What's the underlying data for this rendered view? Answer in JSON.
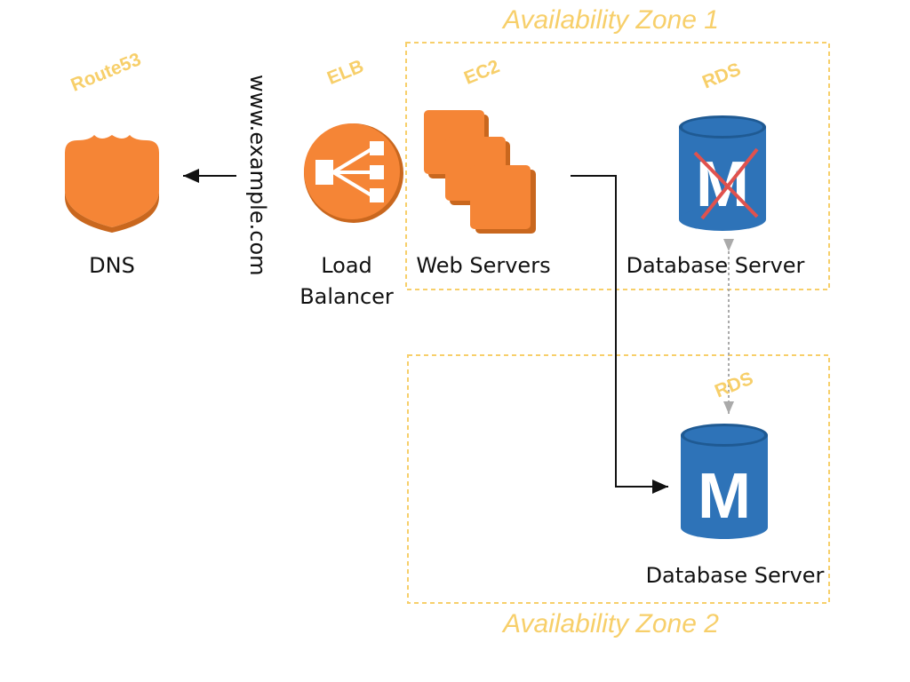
{
  "zones": {
    "zone1_title": "Availability Zone 1",
    "zone2_title": "Availability Zone 2"
  },
  "tags": {
    "route53": "Route53",
    "elb": "ELB",
    "ec2": "EC2",
    "rds_primary": "RDS",
    "rds_standby": "RDS"
  },
  "nodes": {
    "dns": "DNS",
    "load_balancer_line1": "Load",
    "load_balancer_line2": "Balancer",
    "web_servers": "Web Servers",
    "database_server_1": "Database Server",
    "database_server_2": "Database Server"
  },
  "domain_label": "www.example.com",
  "db_letter": "M",
  "icons": {
    "dns": "shield-icon",
    "load_balancer": "load-balancer-icon",
    "web_servers": "server-stack-icon",
    "database_primary": "database-icon",
    "database_standby": "database-icon"
  },
  "colors": {
    "aws_orange": "#f58536",
    "aws_orange_dark": "#c9671e",
    "rds_blue": "#2e73b8",
    "rds_blue_dark": "#1f5a93",
    "zone_border": "#f7cf6a",
    "failed_cross": "#e0524e"
  }
}
